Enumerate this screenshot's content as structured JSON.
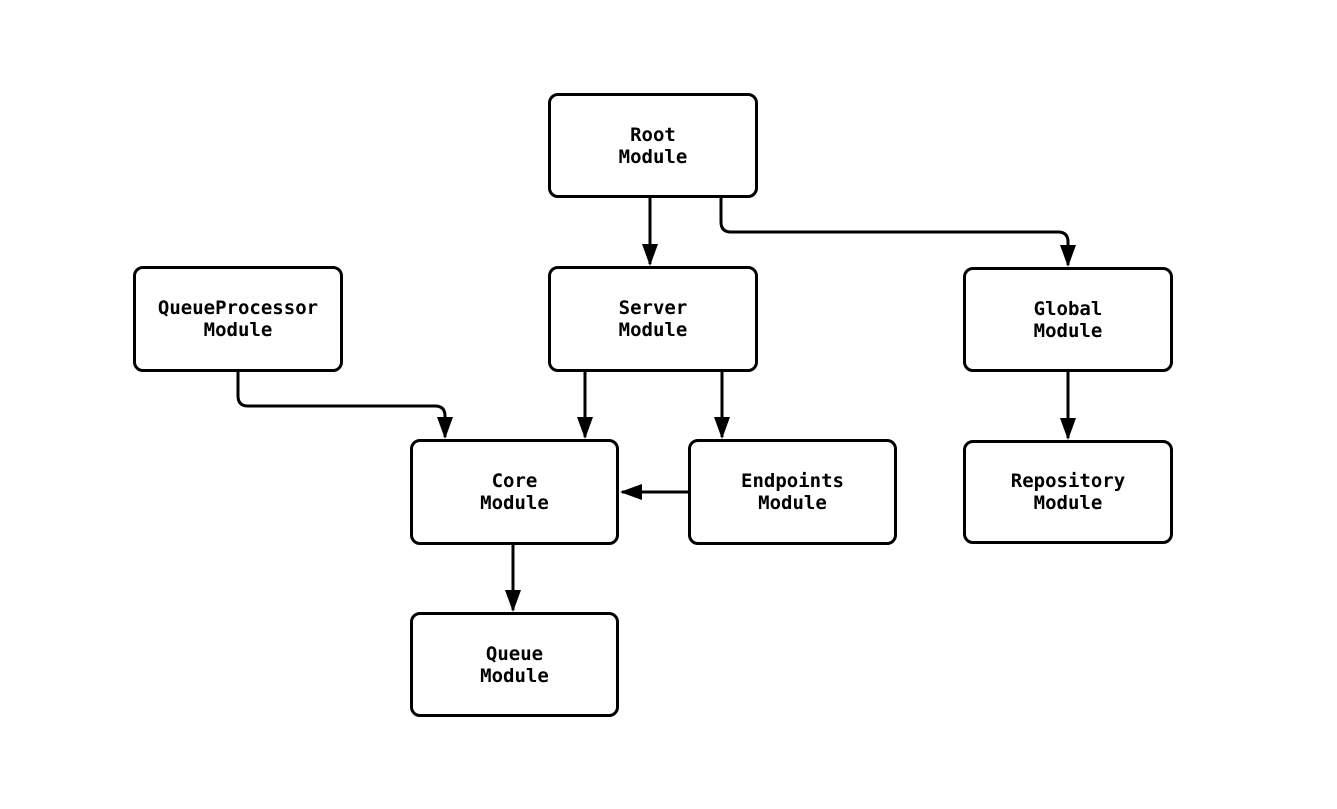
{
  "diagram": {
    "type": "flowchart",
    "background_color": "#ffffff",
    "node_fill_color": "#ffffff",
    "stroke_color": "#000000",
    "text_color": "#000000",
    "nodes": [
      {
        "id": "root",
        "line1": "Root",
        "line2": "Module"
      },
      {
        "id": "queueprocessor",
        "line1": "QueueProcessor",
        "line2": "Module"
      },
      {
        "id": "server",
        "line1": "Server",
        "line2": "Module"
      },
      {
        "id": "global",
        "line1": "Global",
        "line2": "Module"
      },
      {
        "id": "core",
        "line1": "Core",
        "line2": "Module"
      },
      {
        "id": "endpoints",
        "line1": "Endpoints",
        "line2": "Module"
      },
      {
        "id": "repository",
        "line1": "Repository",
        "line2": "Module"
      },
      {
        "id": "queue",
        "line1": "Queue",
        "line2": "Module"
      }
    ],
    "edges": [
      {
        "from": "Root Module",
        "to": "Server Module"
      },
      {
        "from": "Root Module",
        "to": "Global Module"
      },
      {
        "from": "QueueProcessor Module",
        "to": "Core Module"
      },
      {
        "from": "Server Module",
        "to": "Core Module"
      },
      {
        "from": "Server Module",
        "to": "Endpoints Module"
      },
      {
        "from": "Endpoints Module",
        "to": "Core Module"
      },
      {
        "from": "Global Module",
        "to": "Repository Module"
      },
      {
        "from": "Core Module",
        "to": "Queue Module"
      }
    ]
  }
}
